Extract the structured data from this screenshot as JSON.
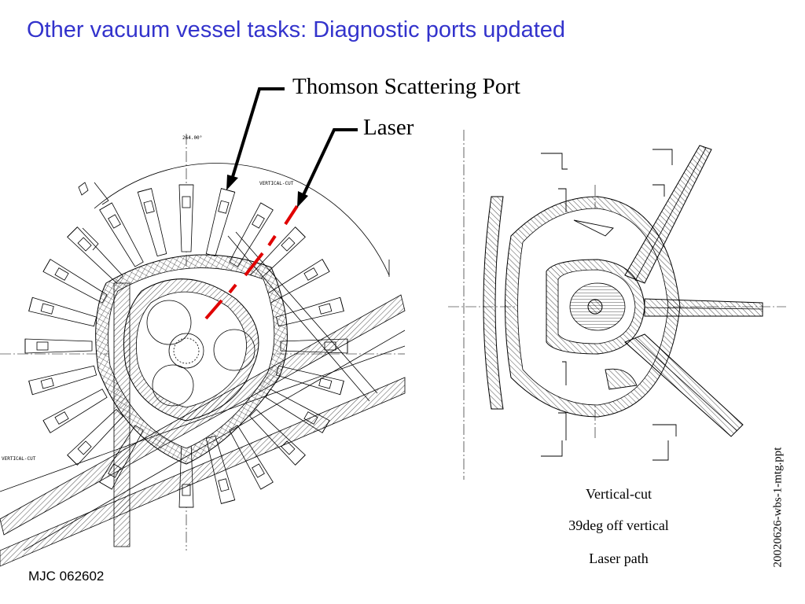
{
  "title": "Other vacuum vessel tasks: Diagnostic ports updated",
  "callouts": {
    "thomson": "Thomson Scattering Port",
    "laser": "Laser"
  },
  "left_drawing": {
    "angle_label": "264.00°",
    "cut_label_top": "VERTICAL-CUT",
    "cut_label_left": "VERTICAL-CUT",
    "laser_color": "#e00000"
  },
  "right_drawing": {
    "captions": [
      "Vertical-cut",
      "39deg off vertical",
      "Laser path"
    ]
  },
  "footer": "MJC 062602",
  "side_label": "20020626-wbs-1-mtg.ppt"
}
